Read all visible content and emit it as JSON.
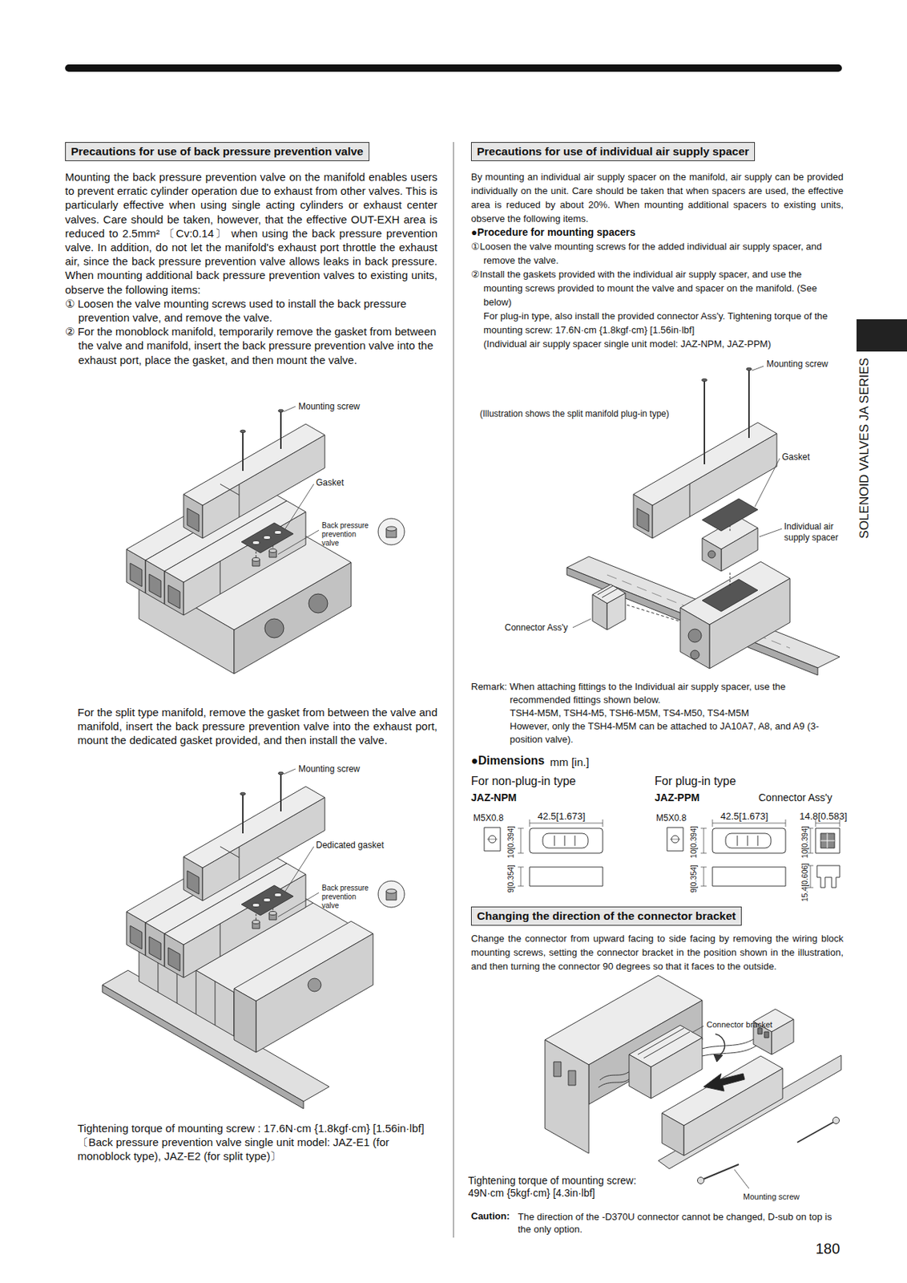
{
  "diagram": {
    "nodes": [
      {
        "text": [
          "Precautions for use of back pressure prevention valve"
        ]
      },
      {
        "text": [
          "Precautions for use of individual air supply spacer"
        ]
      },
      {
        "text": [
          "Changing the direction of the connector bracket"
        ]
      }
    ],
    "labels": [
      "Mounting the back pressure prevention valve on the manifold enables users to prevent erratic cylinder operation due to exhaust from other valves. This is particularly effective when using single acting cylinders or exhaust center valves. Care should be taken, however, that the effective OUT-EXH area is reduced to 2.5mm² 〔Cv:0.14〕 when using the back pressure prevention valve. In addition, do not let the manifold's exhaust port throttle the exhaust air, since the back pressure prevention valve allows leaks in back pressure. When mounting additional back pressure prevention valves to existing units, observe the following items:",
      "① Loosen the valve mounting screws used to install the back pressure prevention valve, and remove the valve.",
      "② For the monoblock manifold, temporarily remove the gasket from between the valve and manifold, insert the back pressure prevention valve into the exhaust port, place the gasket, and then mount the valve.",
      "Mounting screw",
      "Gasket",
      "Back pressure prevention valve",
      "For the split type manifold, remove the gasket from between the valve and manifold, insert the back pressure prevention valve into the exhaust port, mount the dedicated gasket provided, and then install the valve.",
      "Mounting screw",
      "Dedicated gasket",
      "Back pressure prevention valve",
      "Tightening torque of mounting screw : 17.6N·cm {1.8kgf·cm} [1.56in·lbf]",
      "〔Back pressure prevention valve single unit model: JAZ-E1 (for monoblock type), JAZ-E2 (for split type)〕",
      "By mounting an individual air supply spacer on the manifold, air supply can be provided individually on the unit. Care should be taken that when spacers are used, the effective area is reduced by about 20%. When mounting additional spacers to existing units, observe the following items.",
      "●Procedure for mounting spacers",
      "①Loosen the valve mounting screws for the added individual air supply spacer, and remove the valve.",
      "②Install the gaskets provided with the individual air supply spacer, and use the mounting screws provided to mount the valve and spacer on the manifold. (See below)",
      "For plug-in type, also install the provided connector Ass'y. Tightening torque of the mounting screw: 17.6N·cm {1.8kgf·cm} [1.56in·lbf]",
      "(Individual air supply spacer single unit model: JAZ-NPM, JAZ-PPM)",
      "Mounting screw",
      "(Illustration shows the split manifold plug-in type)",
      "Gasket",
      "Individual air supply spacer",
      "Connector Ass'y",
      "Remark: When attaching fittings to the Individual air supply spacer, use the recommended fittings shown below.",
      "TSH4-M5M, TSH4-M5, TSH6-M5M, TS4-M50, TS4-M5M",
      "However, only the TSH4-M5M can be attached to JA10A7, A8, and A9 (3-position valve).",
      "●Dimensions",
      "mm [in.]",
      "For non-plug-in type",
      "JAZ-NPM",
      "For plug-in type",
      "JAZ-PPM",
      "Connector Ass'y",
      "M5X0.8",
      "42.5[1.673]",
      "10[0.394]",
      "9[0.354]",
      "M5X0.8",
      "42.5[1.673]",
      "10[0.394]",
      "9[0.354]",
      "14.8[0.583]",
      "10[0.394]",
      "15.4[0.606]",
      "Change the connector from upward facing to side facing by removing the wiring block mounting screws, setting the connector bracket in the position shown in the illustration, and then turning the connector 90 degrees so that it faces to the outside.",
      "Connector bracket",
      "Mounting screw",
      "Tightening torque of mounting screw: 49N·cm {5kgf·cm} [4.3in·lbf]",
      "Caution:",
      "The direction of the -D370U connector cannot be changed, D-sub on top is the only option.",
      "SOLENOID VALVES JA SERIES",
      "180"
    ]
  }
}
